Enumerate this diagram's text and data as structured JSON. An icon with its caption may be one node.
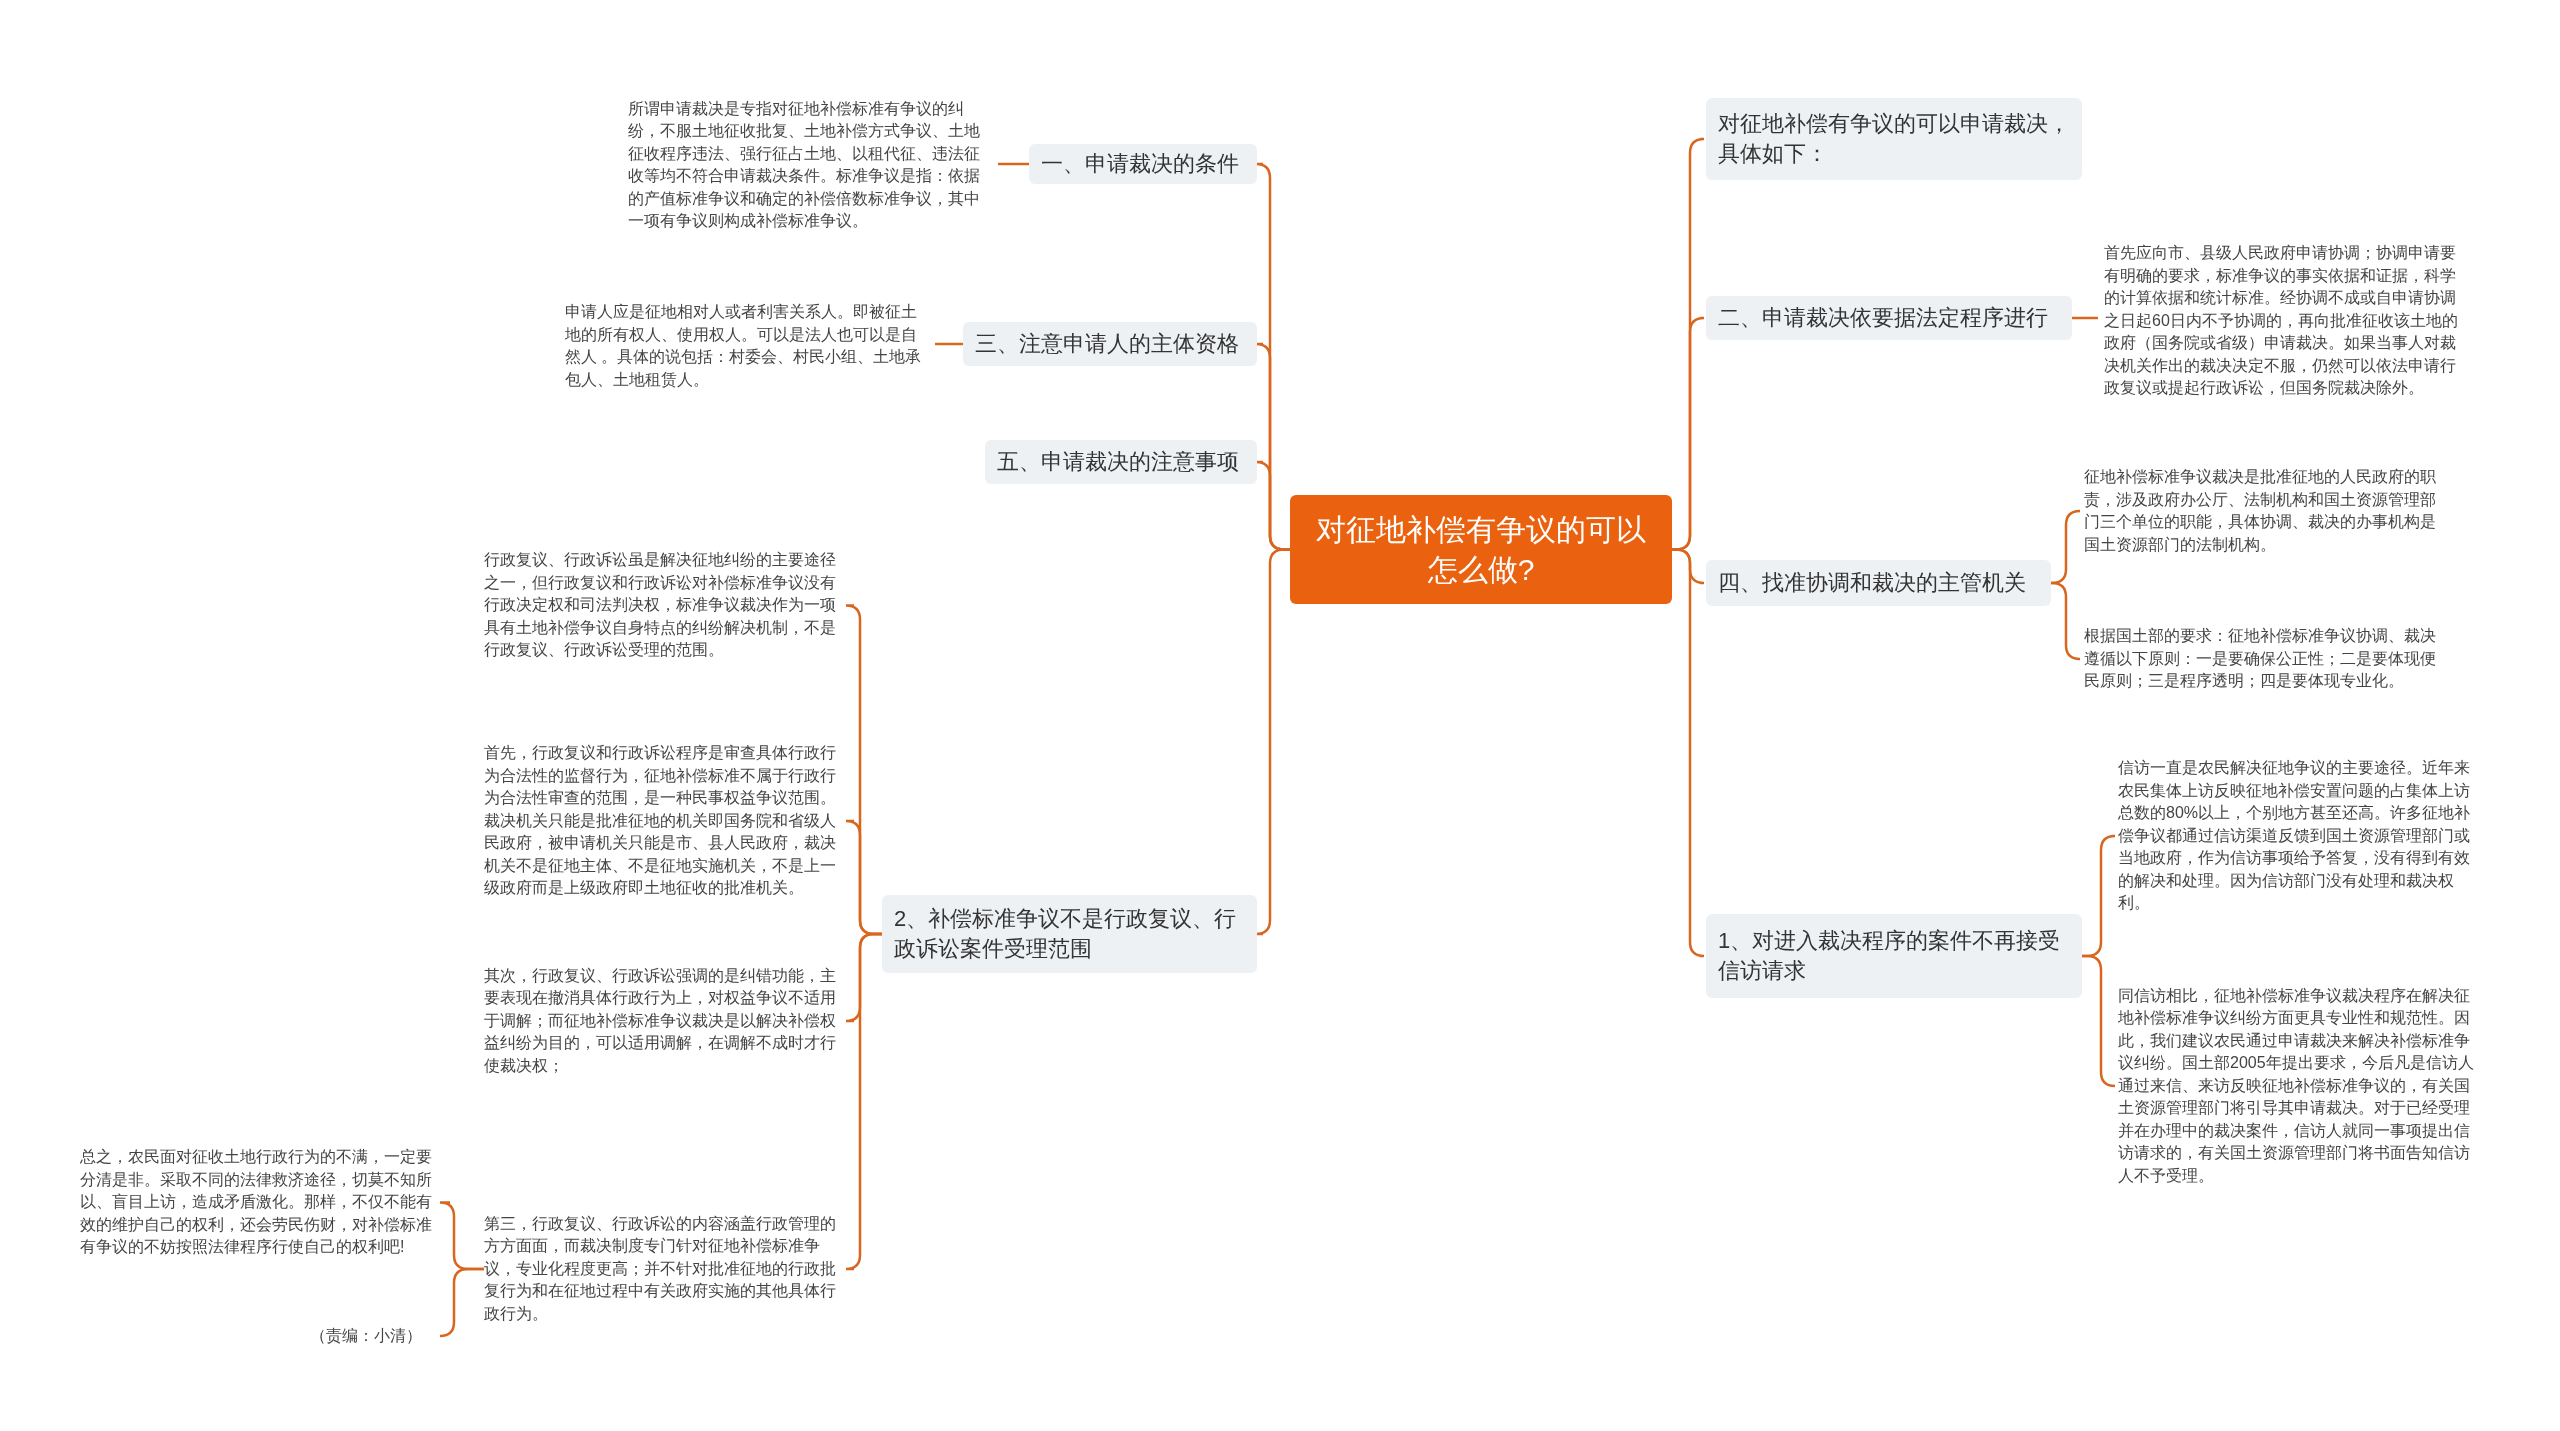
{
  "diagram": {
    "nodes": [
      {
        "text": [
          "对征地补偿有争议的可以怎么做?"
        ]
      },
      {
        "text": [
          "一、申请裁决的条件"
        ]
      },
      {
        "text": [
          "所谓申请裁决是专指对征地补偿标准有争议的纠纷，不服土地征收批复、土地补偿方式争议、土地征收程序违法、强行征占土地、以租代征、违法征收等均不符合申请裁决条件。标准争议是指：依据的产值标准争议和确定的补偿倍数标准争议，其中一项有争议则构成补偿标准争议。"
        ]
      },
      {
        "text": [
          "三、注意申请人的主体资格"
        ]
      },
      {
        "text": [
          "申请人应是征地相对人或者利害关系人。即被征土地的所有权人、使用权人。可以是法人也可以是自然人 。具体的说包括：村委会、村民小组、土地承包人、土地租赁人。"
        ]
      },
      {
        "text": [
          "五、申请裁决的注意事项"
        ]
      },
      {
        "text": [
          "2、补偿标准争议不是行政复议、行政诉讼案件受理范围"
        ]
      },
      {
        "text": [
          "行政复议、行政诉讼虽是解决征地纠纷的主要途径之一，但行政复议和行政诉讼对补偿标准争议没有行政决定权和司法判决权，标准争议裁决作为一项具有土地补偿争议自身特点的纠纷解决机制，不是行政复议、行政诉讼受理的范围。"
        ]
      },
      {
        "text": [
          "首先，行政复议和行政诉讼程序是审查具体行政行为合法性的监督行为，征地补偿标准不属于行政行为合法性审查的范围，是一种民事权益争议范围。裁决机关只能是批准征地的机关即国务院和省级人民政府，被申请机关只能是市、县人民政府，裁决机关不是征地主体、不是征地实施机关，不是上一级政府而是上级政府即土地征收的批准机关。"
        ]
      },
      {
        "text": [
          "其次，行政复议、行政诉讼强调的是纠错功能，主要表现在撤消具体行政行为上，对权益争议不适用于调解；而征地补偿标准争议裁决是以解决补偿权益纠纷为目的，可以适用调解，在调解不成时才行使裁决权；"
        ]
      },
      {
        "text": [
          "第三，行政复议、行政诉讼的内容涵盖行政管理的方方面面，而裁决制度专门针对征地补偿标准争议，专业化程度更高；并不针对批准征地的行政批复行为和在征地过程中有关政府实施的其他具体行政行为。"
        ]
      },
      {
        "text": [
          "总之，农民面对征收土地行政行为的不满，一定要分清是非。采取不同的法律救济途径，切莫不知所以、盲目上访，造成矛盾激化。那样，不仅不能有效的维护自己的权利，还会劳民伤财，对补偿标准有争议的不妨按照法律程序行使自己的权利吧!"
        ]
      },
      {
        "text": [
          "（责编：小清）"
        ]
      },
      {
        "text": [
          "对征地补偿有争议的可以申请裁决，具体如下："
        ]
      },
      {
        "text": [
          "二、申请裁决依要据法定程序进行"
        ]
      },
      {
        "text": [
          "首先应向市、县级人民政府申请协调；协调申请要有明确的要求，标准争议的事实依据和证据，科学的计算依据和统计标准。经协调不成或自申请协调之日起60日内不予协调的，再向批准征收该土地的政府（国务院或省级）申请裁决。如果当事人对裁决机关作出的裁决决定不服，仍然可以依法申请行政复议或提起行政诉讼，但国务院裁决除外。"
        ]
      },
      {
        "text": [
          "四、找准协调和裁决的主管机关"
        ]
      },
      {
        "text": [
          "征地补偿标准争议裁决是批准征地的人民政府的职责，涉及政府办公厅、法制机构和国土资源管理部门三个单位的职能，具体协调、裁决的办事机构是国土资源部门的法制机构。"
        ]
      },
      {
        "text": [
          "根据国土部的要求：征地补偿标准争议协调、裁决遵循以下原则：一是要确保公正性；二是要体现便民原则；三是程序透明；四是要体现专业化。"
        ]
      },
      {
        "text": [
          "1、对进入裁决程序的案件不再接受信访请求"
        ]
      },
      {
        "text": [
          "信访一直是农民解决征地争议的主要途径。近年来农民集体上访反映征地补偿安置问题的占集体上访总数的80%以上，个别地方甚至还高。许多征地补偿争议都通过信访渠道反馈到国土资源管理部门或当地政府，作为信访事项给予答复，没有得到有效的解决和处理。因为信访部门没有处理和裁决权利。"
        ]
      },
      {
        "text": [
          "同信访相比，征地补偿标准争议裁决程序在解决征地补偿标准争议纠纷方面更具专业性和规范性。因此，我们建议农民通过申请裁决来解决补偿标准争议纠纷。国土部2005年提出要求，今后凡是信访人通过来信、来访反映征地补偿标准争议的，有关国土资源管理部门将引导其申请裁决。对于已经受理并在办理中的裁决案件，信访人就同一事项提出信访请求的，有关国土资源管理部门将书面告知信访人不予受理。"
        ]
      }
    ],
    "edges": [
      {
        "from": 0,
        "to": 1,
        "arrow": "none"
      },
      {
        "from": 1,
        "to": 2,
        "arrow": "none"
      },
      {
        "from": 0,
        "to": 3,
        "arrow": "none"
      },
      {
        "from": 3,
        "to": 4,
        "arrow": "none"
      },
      {
        "from": 0,
        "to": 5,
        "arrow": "none"
      },
      {
        "from": 0,
        "to": 6,
        "arrow": "none"
      },
      {
        "from": 6,
        "to": 7,
        "arrow": "none"
      },
      {
        "from": 6,
        "to": 8,
        "arrow": "none"
      },
      {
        "from": 6,
        "to": 9,
        "arrow": "none"
      },
      {
        "from": 6,
        "to": 10,
        "arrow": "none"
      },
      {
        "from": 10,
        "to": 11,
        "arrow": "none"
      },
      {
        "from": 10,
        "to": 12,
        "arrow": "none"
      },
      {
        "from": 0,
        "to": 13,
        "arrow": "none"
      },
      {
        "from": 0,
        "to": 14,
        "arrow": "none"
      },
      {
        "from": 14,
        "to": 15,
        "arrow": "none"
      },
      {
        "from": 0,
        "to": 16,
        "arrow": "none"
      },
      {
        "from": 16,
        "to": 17,
        "arrow": "none"
      },
      {
        "from": 16,
        "to": 18,
        "arrow": "none"
      },
      {
        "from": 0,
        "to": 19,
        "arrow": "none"
      },
      {
        "from": 19,
        "to": 20,
        "arrow": "none"
      },
      {
        "from": 19,
        "to": 21,
        "arrow": "none"
      }
    ]
  }
}
